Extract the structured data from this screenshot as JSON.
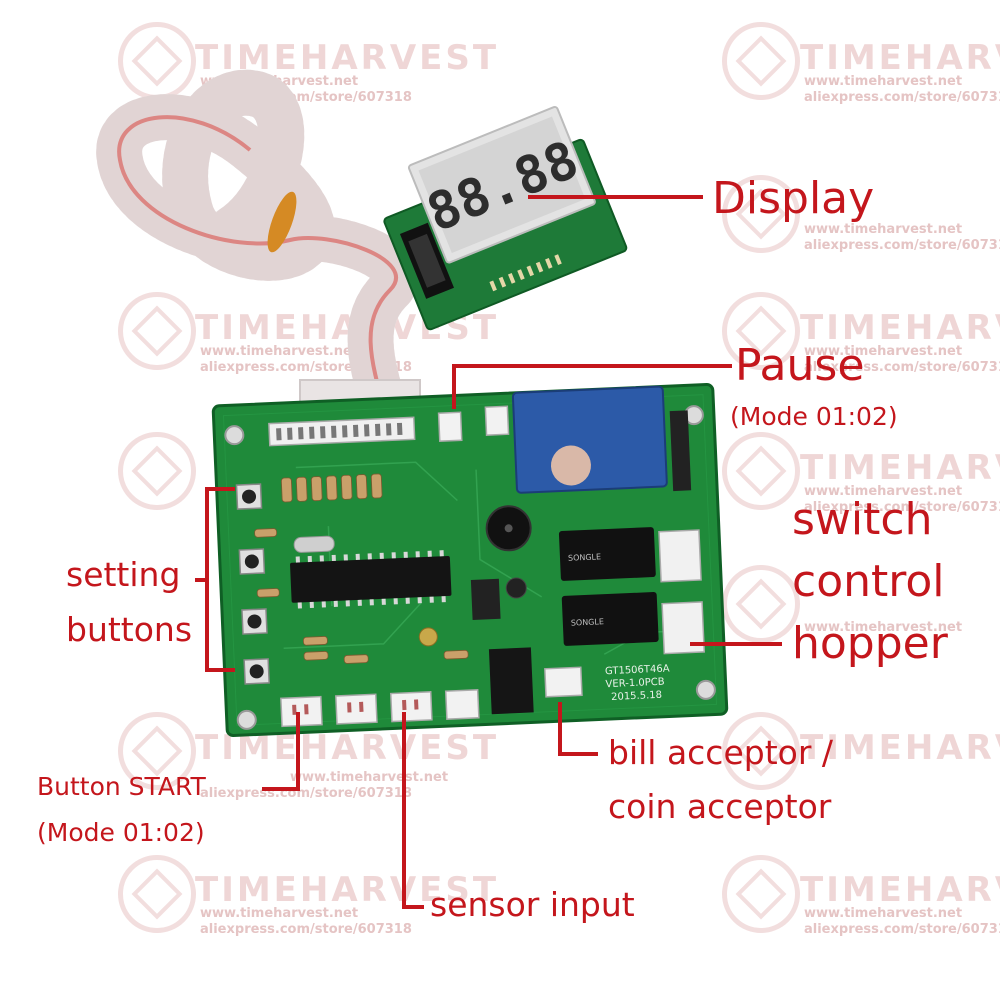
{
  "watermark": {
    "brand": "TIMEHARVEST",
    "url1": "www.timeharvest.net",
    "url2": "aliexpress.com/store/607318"
  },
  "labels": {
    "display": "Display",
    "pause": "Pause",
    "pause_mode": "(Mode 01:02)",
    "switch1": "switch",
    "switch2": "control",
    "switch3": "hopper",
    "setting1": "setting",
    "setting2": "buttons",
    "button_start": "Button START",
    "button_start_mode": "(Mode 01:02)",
    "bill1": "bill acceptor /",
    "bill2": "coin acceptor",
    "sensor": "sensor input"
  },
  "board": {
    "model": "GT1506T46A",
    "version": "VER-1.0PCB",
    "date": "2015.5.18",
    "display_digits": "88.88"
  },
  "colors": {
    "annotation": "#c4161c",
    "pcb": "#1f8a3a"
  }
}
